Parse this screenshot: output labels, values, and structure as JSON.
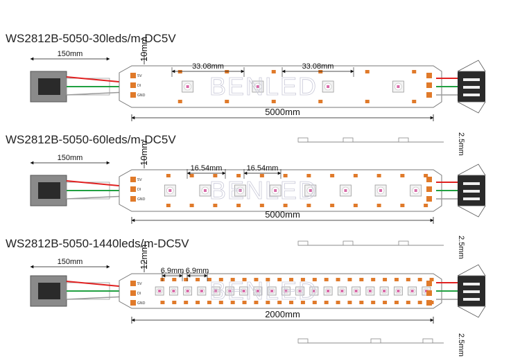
{
  "sections": [
    {
      "title": "WS2812B-5050-30leds/m-DC5V",
      "wire_length": "150mm",
      "width": "10mm",
      "pitch_left": "33.08mm",
      "pitch_right": "33.08mm",
      "length": "5000mm",
      "thickness": null
    },
    {
      "title": "WS2812B-5050-60leds/m-DC5V",
      "wire_length": "150mm",
      "width": "10mm",
      "pitch_left": "16.54mm",
      "pitch_right": "16.54mm",
      "length": "5000mm",
      "thickness": "2.5mm"
    },
    {
      "title": "WS2812B-5050-1440leds/m-DC5V",
      "wire_length": "150mm",
      "width": "12mm",
      "pitch_left": "6.9mm",
      "pitch_right": "6.9mm",
      "length": "2000mm",
      "thickness": "2.5mm"
    }
  ],
  "bottom_thickness": "2.5mm",
  "pad_labels": {
    "v": "5V",
    "d": "DI",
    "g": "GND"
  },
  "watermark": "BENLED",
  "colors": {
    "wire_red": "#e02020",
    "wire_green": "#20a040",
    "wire_white": "#ffffff",
    "pad": "#e07a2a",
    "connector": "#2a2a2a",
    "housing": "#8a8a8a"
  }
}
